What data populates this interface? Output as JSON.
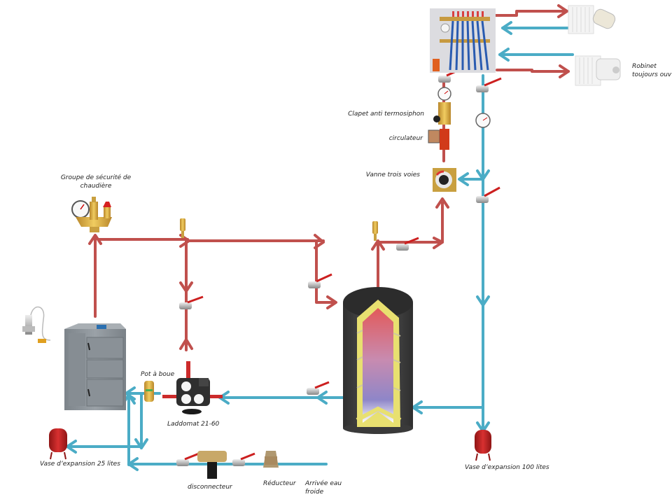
{
  "title": "Schéma hydraulique chaudière bois avec ballon tampon",
  "colors": {
    "hot": "#c0504d",
    "cold": "#4bacc6",
    "brass": "#d4a838",
    "tank_dark": "#3a3a3a",
    "insulation": "#e8e070",
    "boiler": "#8d949a",
    "vessel": "#b52020"
  },
  "labels": {
    "groupe_securite": "Groupe de sécurité de chaudière",
    "groupe_securite_l1": "Groupe de sécurité de",
    "groupe_securite_l2": "chaudière",
    "clapet": "Clapet anti termosiphon",
    "circulateur": "circulateur",
    "vanne_trois_voies": "Vanne trois voies",
    "robinet_l1": "Robinet",
    "robinet_l2": "toujours ouv",
    "pot_a_boue": "Pot à boue",
    "laddomat": "Laddomat 21-60",
    "vase_25": "Vase d’expansion 25 lites",
    "vase_100": "Vase d’expansion 100 lites",
    "disconnecteur": "disconnecteur",
    "reducteur": "Réducteur",
    "arrivee_l1": "Arrivée eau",
    "arrivee_l2": "froide"
  },
  "components": [
    {
      "id": "boiler",
      "icon": "wood-boiler-icon",
      "label": ""
    },
    {
      "id": "thermal-discharge-valve",
      "icon": "thermal-valve-icon",
      "label": ""
    },
    {
      "id": "safety-group",
      "icon": "safety-group-icon",
      "label": "Groupe de sécurité de chaudière"
    },
    {
      "id": "laddomat",
      "icon": "laddomat-icon",
      "label": "Laddomat 21-60"
    },
    {
      "id": "mud-pot",
      "icon": "mud-pot-icon",
      "label": "Pot à boue"
    },
    {
      "id": "buffer-tank",
      "icon": "buffer-tank-icon",
      "label": ""
    },
    {
      "id": "manifold",
      "icon": "manifold-icon",
      "label": ""
    },
    {
      "id": "radiator-thermostatic",
      "icon": "radiator-icon",
      "label": ""
    },
    {
      "id": "radiator-open",
      "icon": "radiator-icon",
      "label": "Robinet toujours ouv"
    },
    {
      "id": "three-way-valve",
      "icon": "three-way-valve-icon",
      "label": "Vanne trois voies"
    },
    {
      "id": "circulator",
      "icon": "circulator-pump-icon",
      "label": "circulateur"
    },
    {
      "id": "anti-thermosiphon",
      "icon": "check-valve-icon",
      "label": "Clapet anti termosiphon"
    },
    {
      "id": "expansion-25",
      "icon": "expansion-vessel-icon",
      "label": "Vase d’expansion 25 lites"
    },
    {
      "id": "expansion-100",
      "icon": "expansion-vessel-icon",
      "label": "Vase d’expansion 100 lites"
    },
    {
      "id": "backflow-preventer",
      "icon": "disconnector-icon",
      "label": "disconnecteur"
    },
    {
      "id": "pressure-reducer",
      "icon": "pressure-reducer-icon",
      "label": "Réducteur"
    }
  ]
}
